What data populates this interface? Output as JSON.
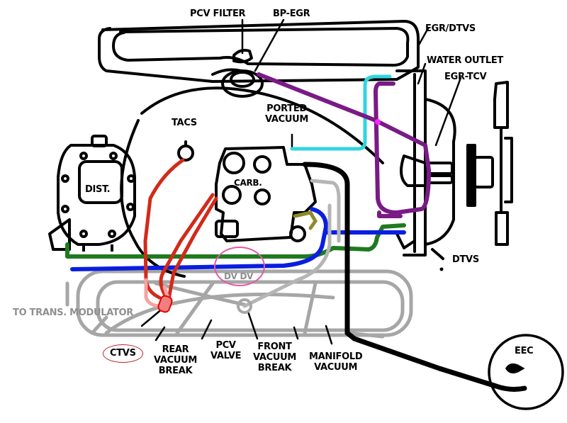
{
  "diagram": {
    "title": "Engine vacuum hose routing",
    "colors": {
      "line": "#000000",
      "ghost": "#a6a6a6",
      "purple": "#7a1a86",
      "cyan": "#2fd6e0",
      "green": "#1f7a1f",
      "blue": "#0a1ee0",
      "red": "#d22a1a",
      "olive": "#8c8a2a",
      "magenta_dot": "#ff22ff",
      "highlight_circle": "#e05aa8",
      "ctvs_circle": "#c0202a"
    },
    "labels": {
      "pcv_filter": "PCV FILTER",
      "bp_egr": "BP-EGR",
      "egr_dtvs": "EGR/DTVS",
      "water_outlet": "WATER OUTLET",
      "egr_tcv": "EGR-TCV",
      "ported_vacuum_1": "PORTED",
      "ported_vacuum_2": "VACUUM",
      "tacs": "TACS",
      "dist": "DIST.",
      "carb": "CARB.",
      "dtvs": "DTVS",
      "dvdv": "DV DV",
      "to_trans_modulator": "TO TRANS. MODULATOR",
      "ctvs": "CTVS",
      "rear_vacuum_break_1": "REAR",
      "rear_vacuum_break_2": "VACUUM",
      "rear_vacuum_break_3": "BREAK",
      "pcv_valve_1": "PCV",
      "pcv_valve_2": "VALVE",
      "front_vacuum_break_1": "FRONT",
      "front_vacuum_break_2": "VACUUM",
      "front_vacuum_break_3": "BREAK",
      "manifold_vacuum_1": "MANIFOLD",
      "manifold_vacuum_2": "VACUUM",
      "eec": "EEC"
    }
  }
}
